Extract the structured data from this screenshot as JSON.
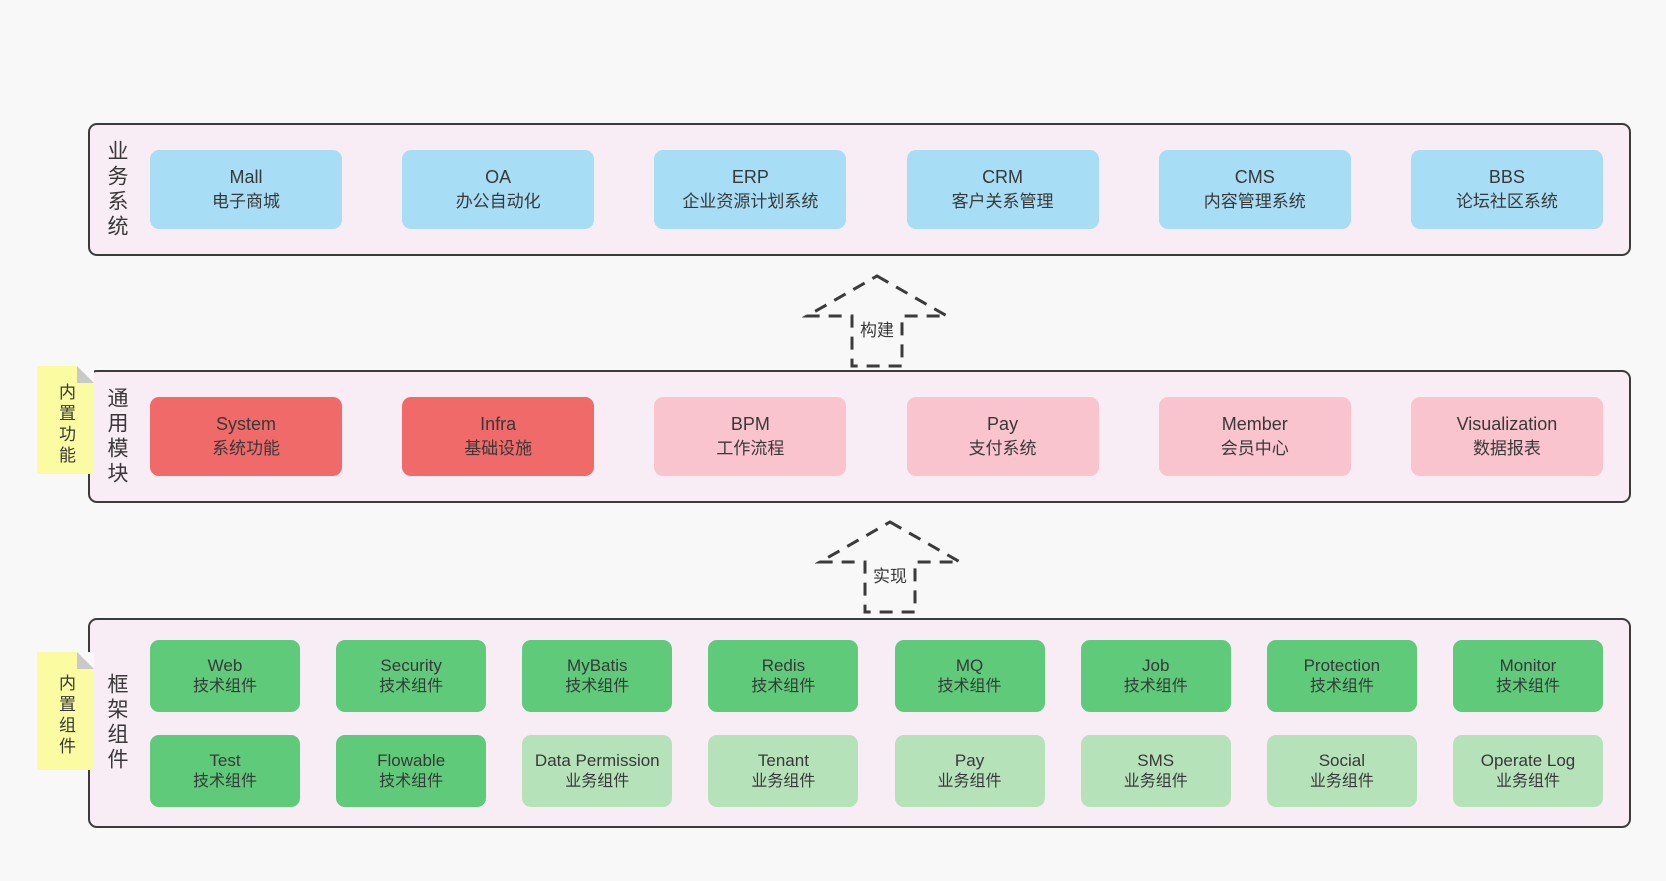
{
  "colors": {
    "bg": "#f8f8f8",
    "bandbg": "#f8edf5",
    "border": "#3b3b3b",
    "text": "#383838",
    "blue": "#a8def5",
    "red": "#f06a6a",
    "pink": "#fac4cf",
    "green": "#5fca7a",
    "lightgreen": "#b6e2ba",
    "yellow": "#fbfba1",
    "fold": "#c9c9c9"
  },
  "arrows": [
    {
      "label": "构建"
    },
    {
      "label": "实现"
    }
  ],
  "bands": [
    {
      "label": "业务系统",
      "boxes": [
        {
          "name": "Mall",
          "desc": "电子商城"
        },
        {
          "name": "OA",
          "desc": "办公自动化"
        },
        {
          "name": "ERP",
          "desc": "企业资源计划系统"
        },
        {
          "name": "CRM",
          "desc": "客户关系管理"
        },
        {
          "name": "CMS",
          "desc": "内容管理系统"
        },
        {
          "name": "BBS",
          "desc": "论坛社区系统"
        }
      ]
    },
    {
      "label": "通用模块",
      "note": "内置功能",
      "boxes": [
        {
          "name": "System",
          "desc": "系统功能"
        },
        {
          "name": "Infra",
          "desc": "基础设施"
        },
        {
          "name": "BPM",
          "desc": "工作流程"
        },
        {
          "name": "Pay",
          "desc": "支付系统"
        },
        {
          "name": "Member",
          "desc": "会员中心"
        },
        {
          "name": "Visualization",
          "desc": "数据报表"
        }
      ]
    },
    {
      "label": "框架组件",
      "note": "内置组件",
      "rows": [
        [
          {
            "name": "Web",
            "desc": "技术组件"
          },
          {
            "name": "Security",
            "desc": "技术组件"
          },
          {
            "name": "MyBatis",
            "desc": "技术组件"
          },
          {
            "name": "Redis",
            "desc": "技术组件"
          },
          {
            "name": "MQ",
            "desc": "技术组件"
          },
          {
            "name": "Job",
            "desc": "技术组件"
          },
          {
            "name": "Protection",
            "desc": "技术组件"
          },
          {
            "name": "Monitor",
            "desc": "技术组件"
          }
        ],
        [
          {
            "name": "Test",
            "desc": "技术组件"
          },
          {
            "name": "Flowable",
            "desc": "技术组件"
          },
          {
            "name": "Data Permission",
            "desc": "业务组件"
          },
          {
            "name": "Tenant",
            "desc": "业务组件"
          },
          {
            "name": "Pay",
            "desc": "业务组件"
          },
          {
            "name": "SMS",
            "desc": "业务组件"
          },
          {
            "name": "Social",
            "desc": "业务组件"
          },
          {
            "name": "Operate Log",
            "desc": "业务组件"
          }
        ]
      ]
    }
  ]
}
